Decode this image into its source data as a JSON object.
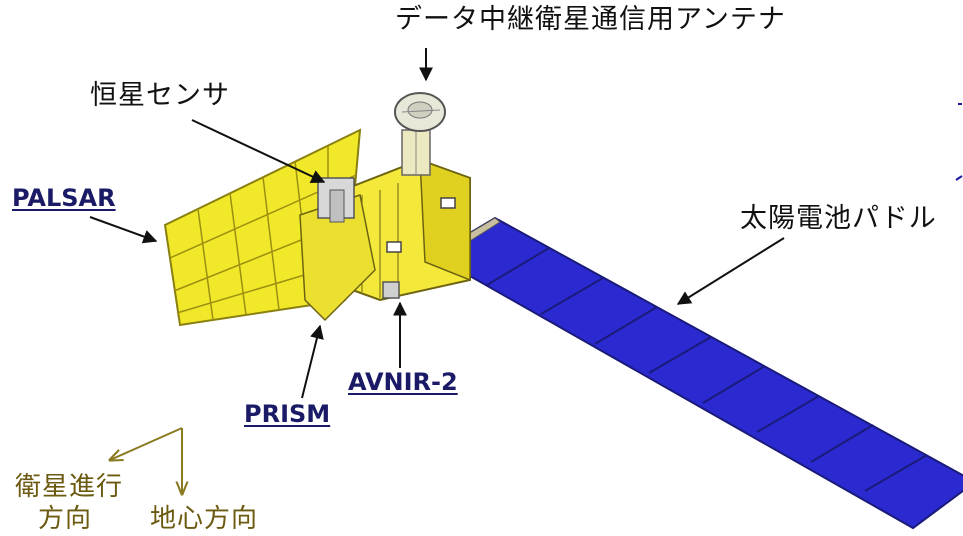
{
  "labels": {
    "relay_antenna": "データ中継衛星通信用アンテナ",
    "star_sensor": "恒星センサ",
    "palsar": "PALSAR",
    "solar_paddle": "太陽電池パドル",
    "avnir2": "AVNIR-2",
    "prism": "PRISM",
    "direction_travel_line1": "衛星進行",
    "direction_travel_line2": "方向",
    "direction_earth": "地心方向"
  },
  "colors": {
    "link_text": "#1a1a66",
    "label_text": "#111111",
    "direction_text": "#6b5a10",
    "sar_panel": "#f2e82a",
    "sar_grid": "#9a8f10",
    "bus_body": "#f4e83a",
    "solar_panel": "#2a2ad0",
    "solar_grid": "#1a1a7a",
    "arrow": "#111111",
    "direction_arrow": "#8a7a20"
  }
}
